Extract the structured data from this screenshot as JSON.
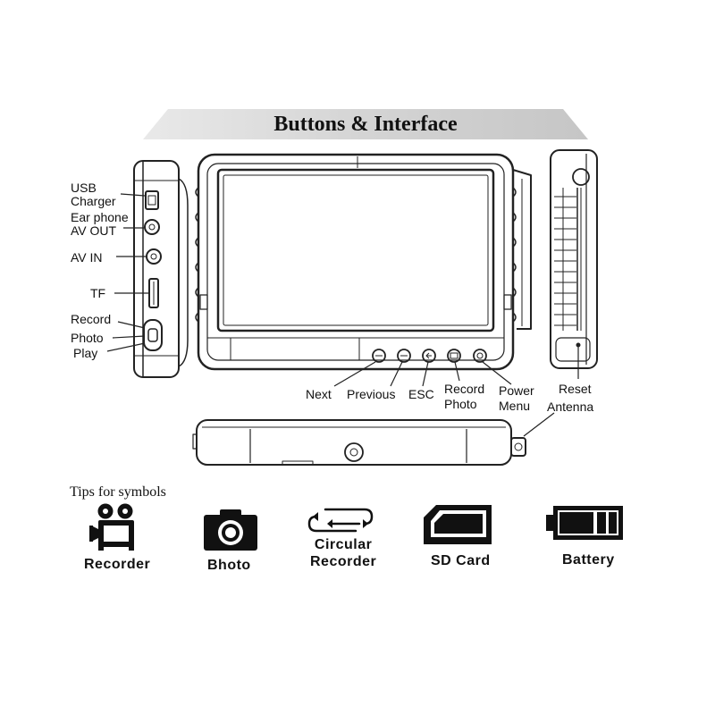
{
  "title": "Buttons & Interface",
  "left_side_labels": {
    "usb": [
      "USB",
      "Charger"
    ],
    "earphone": [
      "Ear phone",
      "AV  OUT"
    ],
    "av_in": "AV  IN",
    "tf": "TF",
    "record": "Record",
    "photo": "Photo",
    "play": "Play"
  },
  "front_labels": {
    "next": "Next",
    "previous": "Previous",
    "esc": "ESC",
    "record_photo": [
      "Record",
      "Photo"
    ],
    "power_menu": [
      "Power",
      "Menu"
    ],
    "reset": "Reset",
    "antenna": "Antenna"
  },
  "tips": {
    "title": "Tips for symbols",
    "items": [
      {
        "label": "Recorder",
        "icon": "video-camera-icon"
      },
      {
        "label": "Bhoto",
        "icon": "camera-icon"
      },
      {
        "label": "Circular Recorder",
        "lines": [
          "Circular",
          "Recorder"
        ],
        "icon": "loop-arrows-icon"
      },
      {
        "label": "SD Card",
        "icon": "sd-card-icon"
      },
      {
        "label": "Battery",
        "icon": "battery-icon"
      }
    ]
  }
}
